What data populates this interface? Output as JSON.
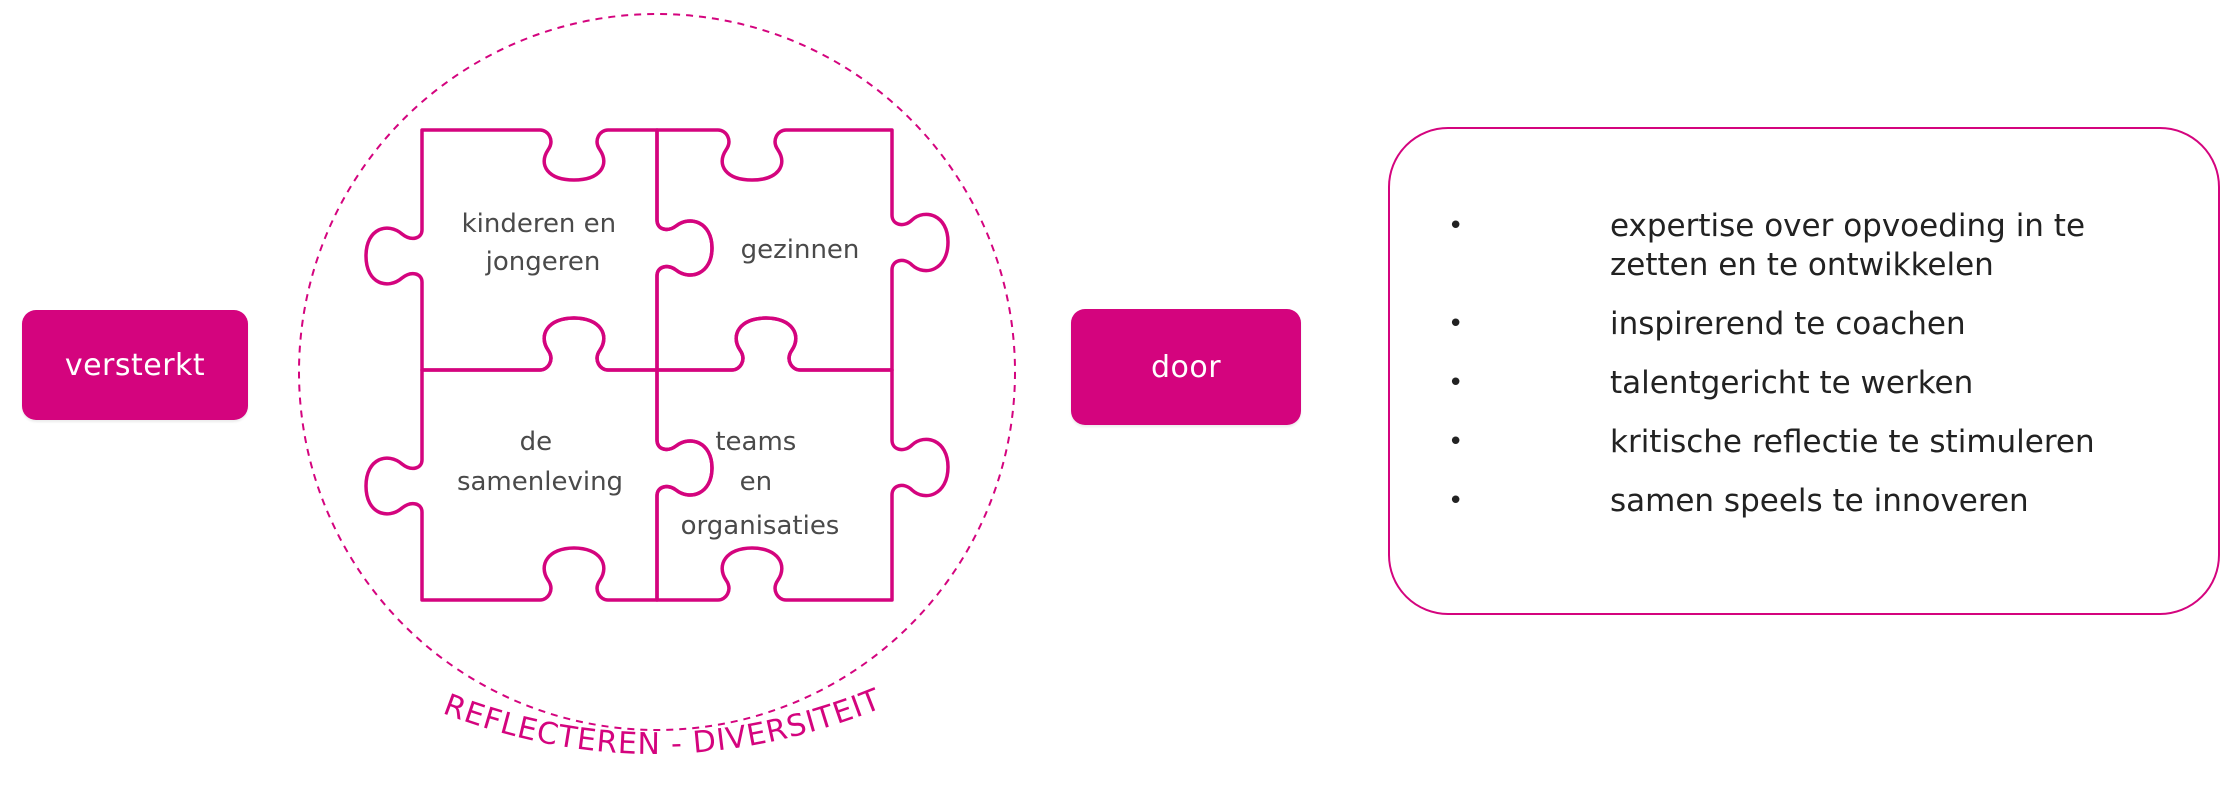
{
  "left_label": "versterkt",
  "right_label": "door",
  "puzzle": {
    "top_left": [
      "kinderen en",
      "jongeren"
    ],
    "top_right": [
      "gezinnen"
    ],
    "bottom_left": [
      "de",
      "samenleving"
    ],
    "bottom_right": [
      "teams",
      "en",
      "organisaties"
    ]
  },
  "circle_caption": "REFLECTEREN - DIVERSITEIT",
  "items": [
    "expertise over opvoeding in te zetten en te ontwikkelen",
    "inspirerend te coachen",
    "talentgericht te werken",
    "kritische reflectie te stimuleren",
    "samen speels te innoveren"
  ],
  "bullet": "•",
  "colors": {
    "accent": "#d4047e",
    "text": "#222222",
    "background": "#ffffff"
  }
}
